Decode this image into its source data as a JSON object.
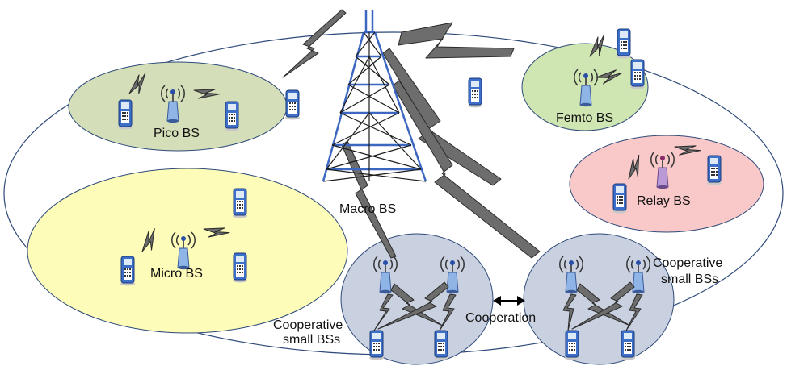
{
  "colors": {
    "pico_zone": "#d4dfb9",
    "femto_zone": "#cfe6b3",
    "relay_zone": "#f9c9c9",
    "micro_zone": "#fdfcb8",
    "coop_zone": "#c9d0e0",
    "macro_outline": "#2e4a7a",
    "tower": "#3c67c0"
  },
  "icons": {
    "tower": "macro-tower-icon",
    "antenna": "small-bs-antenna-icon",
    "phone": "mobile-phone-icon",
    "link": "lightning-bolt-icon"
  },
  "labels": {
    "macro": "Macro BS",
    "pico": "Pico BS",
    "femto": "Femto BS",
    "relay": "Relay BS",
    "micro": "Micro BS",
    "coop_left_line1": "Cooperative",
    "coop_left_line2": "small BSs",
    "coop_right_line1": "Cooperative",
    "coop_right_line2": "small BSs",
    "cooperation": "Cooperation"
  }
}
